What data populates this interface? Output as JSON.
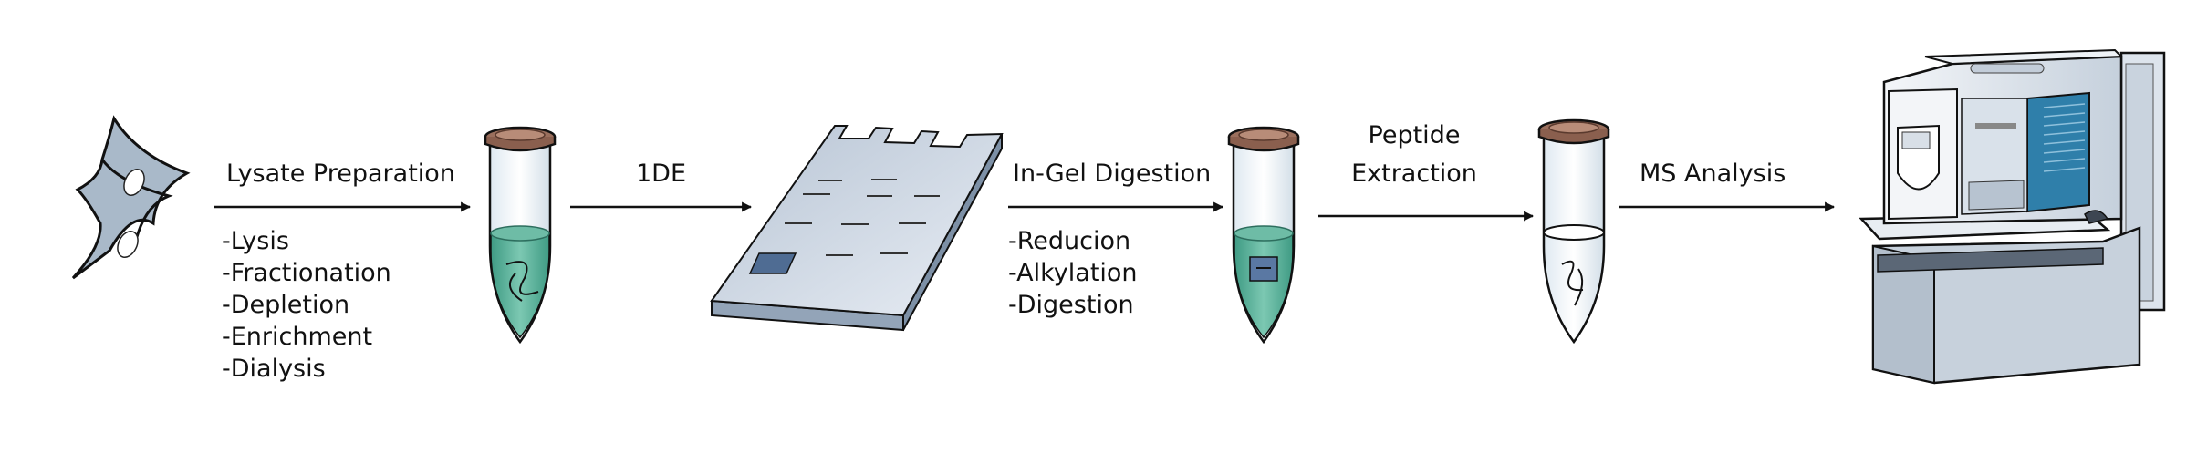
{
  "steps": {
    "lysate": {
      "label": "Lysate Preparation",
      "substeps": [
        "-Lysis",
        "-Fractionation",
        "-Depletion",
        "-Enrichment",
        "-Dialysis"
      ]
    },
    "gel": {
      "label": "1DE"
    },
    "digestion": {
      "label": "In-Gel Digestion",
      "substeps": [
        "-Reducion",
        "-Alkylation",
        "-Digestion"
      ]
    },
    "extraction": {
      "label_line1": "Peptide",
      "label_line2": "Extraction"
    },
    "ms": {
      "label": "MS Analysis"
    }
  },
  "colors": {
    "cell_fill": "#a9b9c9",
    "tube_liquid": "#4fae95",
    "tube_cap": "#9a6f5d",
    "gel_top": "#c9d4e1",
    "gel_side": "#93a4b8",
    "spot": "#4f6c93",
    "instrument_accent": "#2f7faa"
  }
}
